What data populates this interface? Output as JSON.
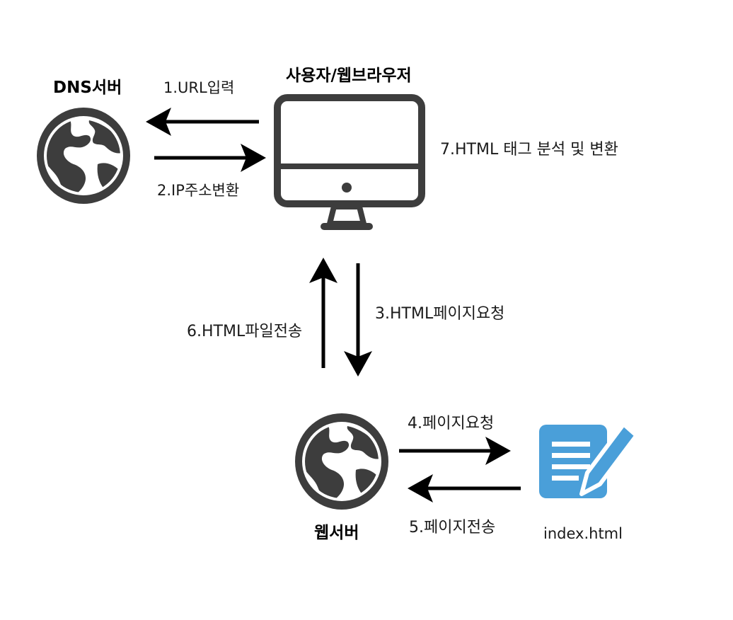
{
  "nodes": {
    "dns_server": {
      "label": "DNS서버",
      "icon": "globe-icon"
    },
    "user_browser": {
      "label": "사용자/웹브라우저",
      "icon": "monitor-icon"
    },
    "web_server": {
      "label": "웹서버",
      "icon": "globe-icon"
    },
    "html_file": {
      "label": "index.html",
      "icon": "document-edit-icon"
    }
  },
  "steps": [
    {
      "label": "1.URL입력"
    },
    {
      "label": "2.IP주소변환"
    },
    {
      "label": "3.HTML페이지요청"
    },
    {
      "label": "4.페이지요청"
    },
    {
      "label": "5.페이지전송"
    },
    {
      "label": "6.HTML파일전송"
    },
    {
      "label": "7.HTML 태그 분석 및 변환"
    }
  ],
  "colors": {
    "icon_dark": "#3d3d3d",
    "document_blue": "#4a9fd9",
    "arrow": "#000000"
  }
}
